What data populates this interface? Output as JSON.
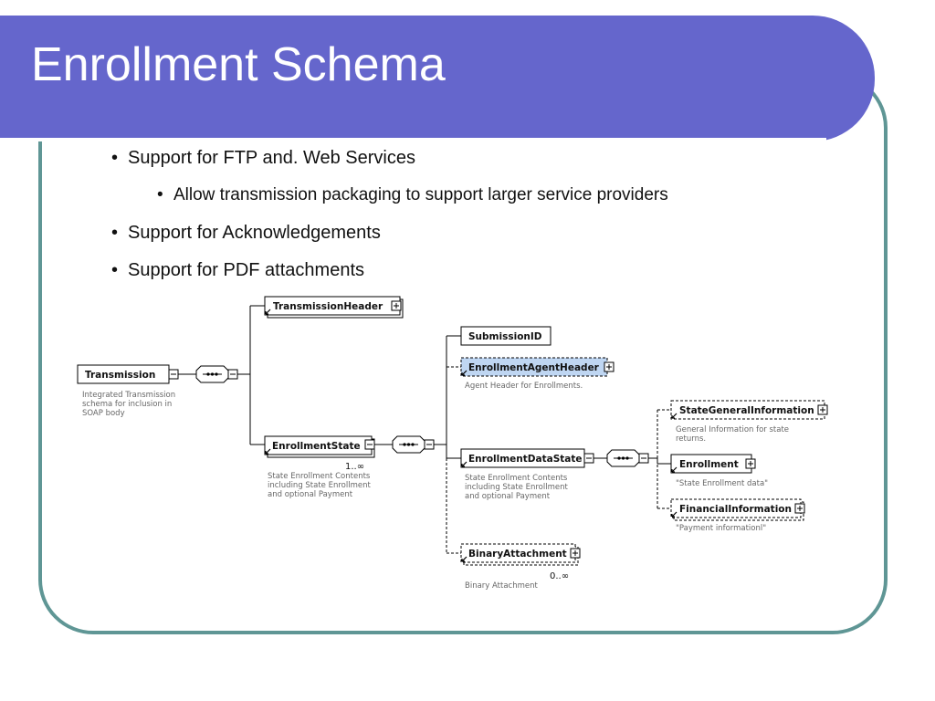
{
  "slide": {
    "title": "Enrollment Schema",
    "bullets": [
      "Support for FTP and. Web Services",
      "Allow transmission packaging to support larger service providers",
      "Support for Acknowledgements",
      "Support for PDF attachments"
    ]
  },
  "schema": {
    "transmission": {
      "name": "Transmission",
      "desc": [
        "Integrated Transmission",
        "schema for inclusion in",
        "SOAP body"
      ]
    },
    "transmission_header": {
      "name": "TransmissionHeader"
    },
    "enrollment_state": {
      "name": "EnrollmentState",
      "cardinality": "1..∞",
      "desc": [
        "State Enrollment Contents",
        "including State Enrollment",
        "and optional Payment"
      ]
    },
    "submission_id": {
      "name": "SubmissionID"
    },
    "enrollment_agent_header": {
      "name": "EnrollmentAgentHeader",
      "desc": [
        "Agent Header for Enrollments."
      ]
    },
    "enrollment_data_state": {
      "name": "EnrollmentDataState",
      "desc": [
        "State Enrollment Contents",
        "including State Enrollment",
        "and optional Payment"
      ]
    },
    "binary_attachment": {
      "name": "BinaryAttachment",
      "cardinality": "0..∞",
      "desc": [
        "Binary Attachment"
      ]
    },
    "state_general_information": {
      "name": "StateGeneralInformation",
      "desc": [
        "General Information for state",
        "returns."
      ]
    },
    "enrollment": {
      "name": "Enrollment",
      "desc": [
        "\"State Enrollment data\""
      ]
    },
    "financial_information": {
      "name": "FinancialInformation",
      "desc": [
        "\"Payment informationl\""
      ]
    }
  },
  "colors": {
    "banner": "#6566cc",
    "frame": "#5f9695",
    "highlight": "#bfd6f2"
  }
}
